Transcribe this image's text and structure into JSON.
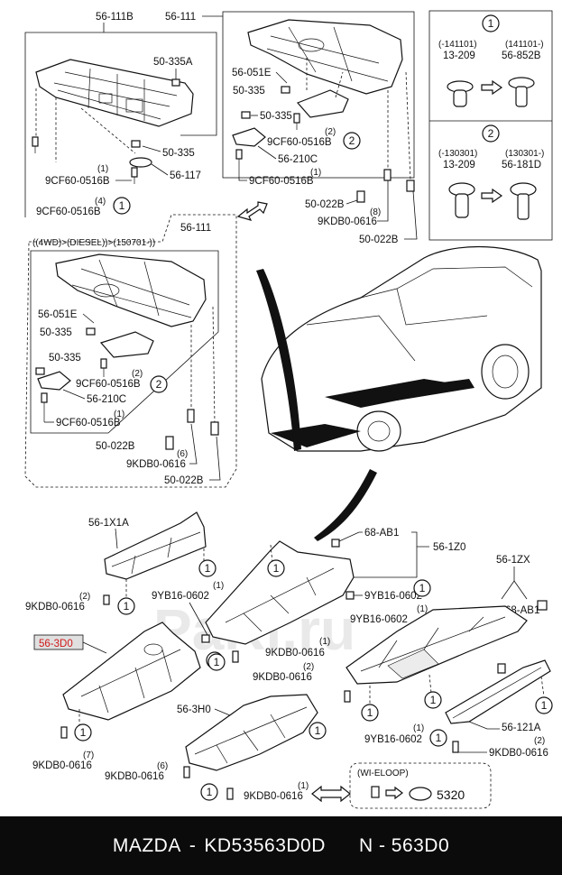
{
  "footer": {
    "make": "MAZDA",
    "part_number": "KD53563D0D",
    "note": "N - 563D0"
  },
  "watermark": "PaRi.ru",
  "callouts": {
    "c1": "1",
    "c2": "2"
  },
  "legend": {
    "box1": {
      "left_date": "(-141101)",
      "left_part": "13-209",
      "right_date": "(141101-)",
      "right_part": "56-852B"
    },
    "box2": {
      "left_date": "(-130301)",
      "left_part": "13-209",
      "right_date": "(130301-)",
      "right_part": "56-181D"
    }
  },
  "labels": {
    "p56_111B": "56-111B",
    "p50_335A": "50-335A",
    "p50_335_a": "50-335",
    "p56_117": "56-117",
    "p9CF60_a": "9CF60-0516B",
    "p9CF60_b": "9CF60-0516B",
    "q4": "(4)",
    "q1_a": "(1)",
    "p56_111_top": "56-111",
    "p56_051E_top": "56-051E",
    "p50_335_b": "50-335",
    "p50_335_c": "50-335",
    "q2_a": "(2)",
    "p9CF60_c": "9CF60-0516B",
    "p56_210C_top": "56-210C",
    "q1_b": "(1)",
    "p9CF60_d": "9CF60-0516B",
    "p50_022B_a": "50-022B",
    "p9KDB_top": "9KDB0-0616",
    "q8": "(8)",
    "p50_022B_b": "50-022B",
    "p56_111_mid": "56-111",
    "cond": "((4WD)>(DIESEL))>(150701-))",
    "p56_051E_mid": "56-051E",
    "p50_335_d": "50-335",
    "p50_335_e": "50-335",
    "q2_b": "(2)",
    "p9CF60_e": "9CF60-0516B",
    "p56_210C_mid": "56-210C",
    "q1_c": "(1)",
    "p9CF60_f": "9CF60-0516B",
    "p50_022B_c": "50-022B",
    "q6_a": "(6)",
    "p9KDB_mid": "9KDB0-0616",
    "p50_022B_d": "50-022B",
    "p56_1X1A": "56-1X1A",
    "q2_c": "(2)",
    "p9KDB_x1": "9KDB0-0616",
    "p56_3D0": "56-3D0",
    "p9KDB_x2": "9KDB0-0616",
    "q7": "(7)",
    "p68_AB1_a": "68-AB1",
    "p56_1Z0": "56-1Z0",
    "p9YB16_a": "9YB16-0602",
    "q1_d": "(1)",
    "p9YB16_b": "9YB16-0602",
    "q1_e": "(1)",
    "p9YB16_c": "9YB16-0602",
    "q1_f": "(1)",
    "p9KDB_z1": "9KDB0-0616",
    "q1_g": "(1)",
    "q2_d": "(2)",
    "p9KDB_z2": "9KDB0-0616",
    "p56_1ZX": "56-1ZX",
    "p68_AB1_b": "68-AB1",
    "p56_3H0": "56-3H0",
    "q6_b": "(6)",
    "p9KDB_h1": "9KDB0-0616",
    "q1_h": "(1)",
    "p9KDB_h2": "9KDB0-0616",
    "q1_i": "(1)",
    "p9YB16_d": "9YB16-0602",
    "p56_121A": "56-121A",
    "q2_e": "(2)",
    "p9KDB_r": "9KDB0-0616",
    "wieloop": "(WI-ELOOP)",
    "p5320": "5320"
  }
}
